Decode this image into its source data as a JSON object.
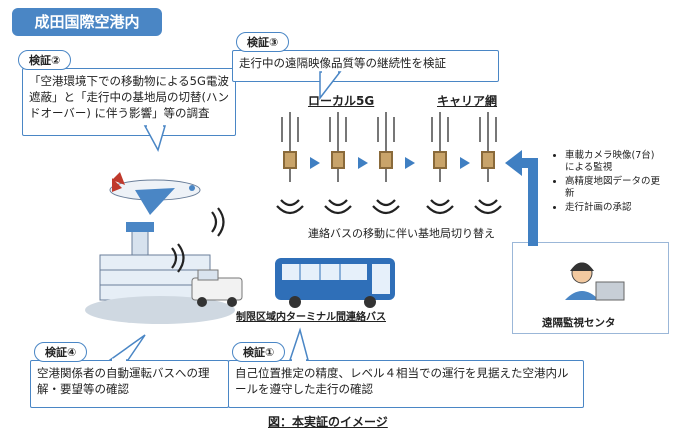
{
  "title": "成田国際空港内",
  "verifications": {
    "v2": {
      "tag": "検証②",
      "text": "「空港環境下での移動物による5G電波遮蔽」と「走行中の基地局の切替(ハンドオーバー) に伴う影響」等の調査"
    },
    "v3": {
      "tag": "検証③",
      "text": "走行中の遠隔映像品質等の継続性を検証"
    },
    "v4": {
      "tag": "検証④",
      "text": "空港関係者の自動運転バスへの理解・要望等の確認"
    },
    "v1": {
      "tag": "検証①",
      "text": "自己位置推定の精度、レベル４相当での運行を見据えた空港内ルールを遵守した走行の確認"
    }
  },
  "network": {
    "local5g": "ローカル5G",
    "carrier": "キャリア網",
    "handover": "連絡バスの移動に伴い基地局切り替え"
  },
  "remote": {
    "items": [
      "車載カメラ映像(7台)による監視",
      "高精度地図データの更新",
      "走行計画の承認"
    ],
    "center_label": "遠隔監視センタ"
  },
  "bus_label": "制限区域内ターミナル間連絡バス",
  "caption": "図：本実証のイメージ",
  "colors": {
    "accent": "#4a86c5",
    "arrow": "#3f7fc2",
    "badge": "#4a86c5"
  }
}
